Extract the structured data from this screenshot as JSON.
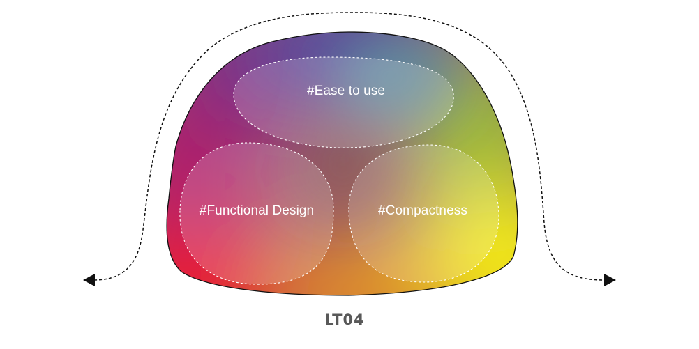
{
  "model_name": "LT04",
  "features": {
    "top": "#Ease to use",
    "left": "#Functional Design",
    "right": "#Compactness"
  },
  "colors": {
    "red": "#f01e28",
    "magenta": "#b01f6a",
    "purple": "#7b2b86",
    "blue": "#4d4ea5",
    "teal": "#5d8fa0",
    "green": "#9abb3a",
    "yellow": "#f5ec12",
    "orange": "#f0991e",
    "model_label": "#595959",
    "outline": "#111111",
    "arrow": "#111111"
  }
}
